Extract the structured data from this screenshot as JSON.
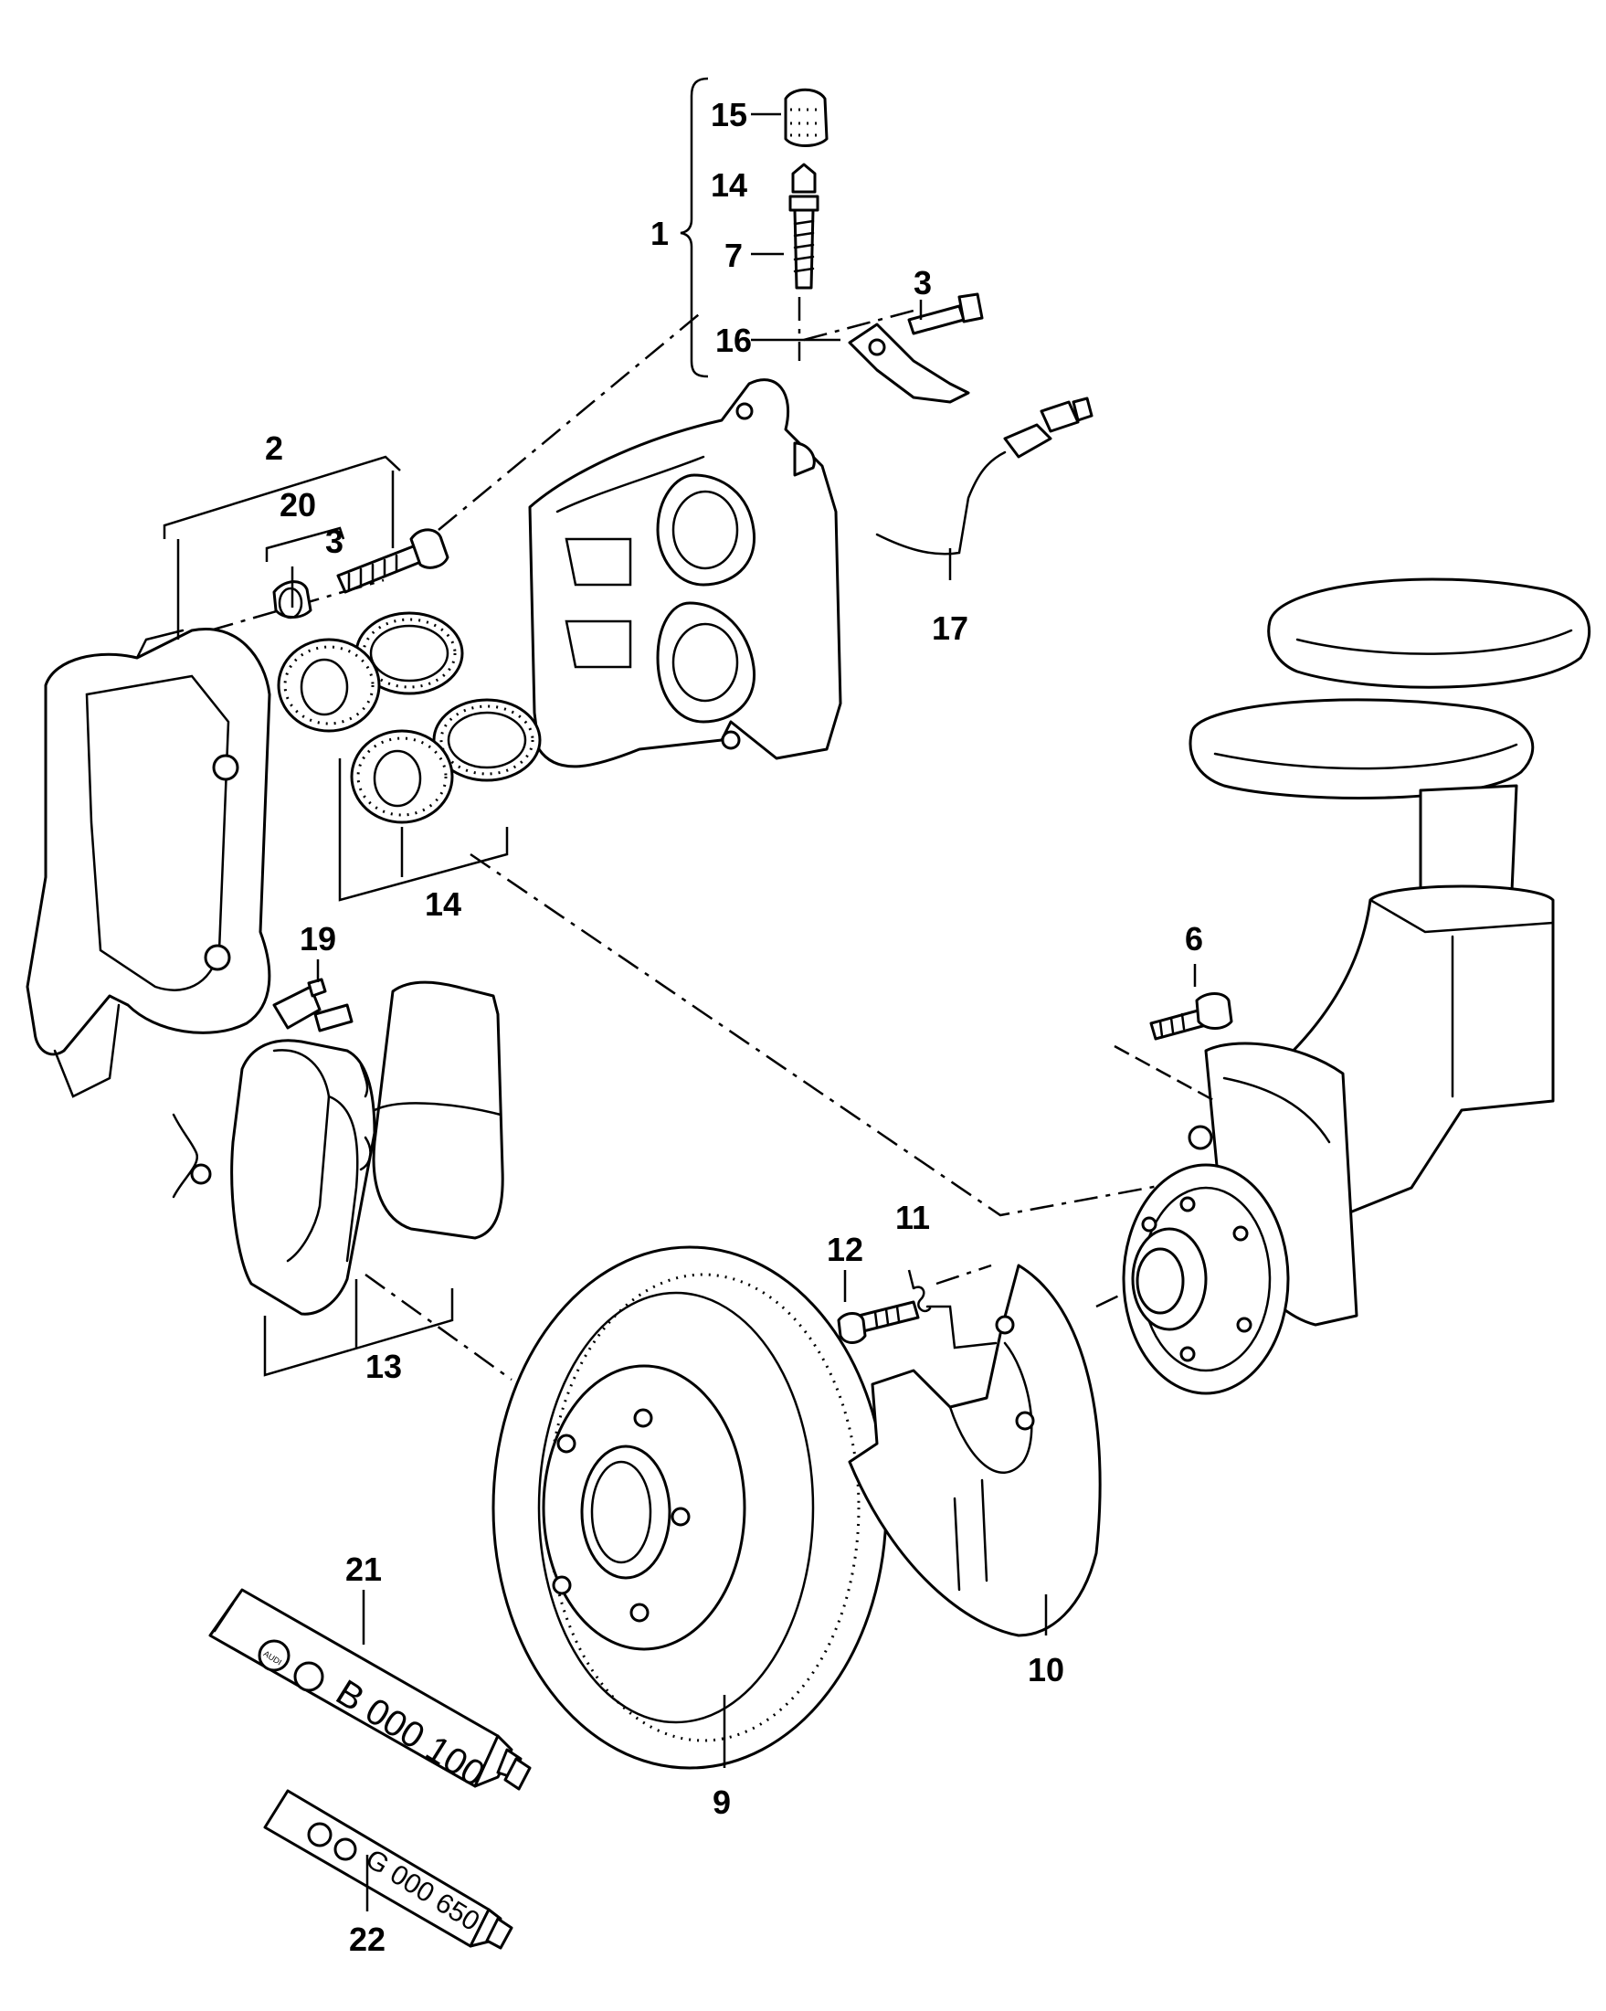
{
  "diagram": {
    "callouts": {
      "c1": "1",
      "c2": "2",
      "c3a": "3",
      "c3b": "3",
      "c6": "6",
      "c7": "7",
      "c9": "9",
      "c10": "10",
      "c11": "11",
      "c12": "12",
      "c13": "13",
      "c14a": "14",
      "c14b": "14",
      "c15": "15",
      "c16": "16",
      "c17": "17",
      "c19": "19",
      "c20": "20",
      "c21": "21",
      "c22": "22"
    },
    "tube_labels": {
      "b": "B 000 100",
      "g": "G 000 650"
    },
    "tube_logos": {
      "a": "AUDI"
    }
  }
}
